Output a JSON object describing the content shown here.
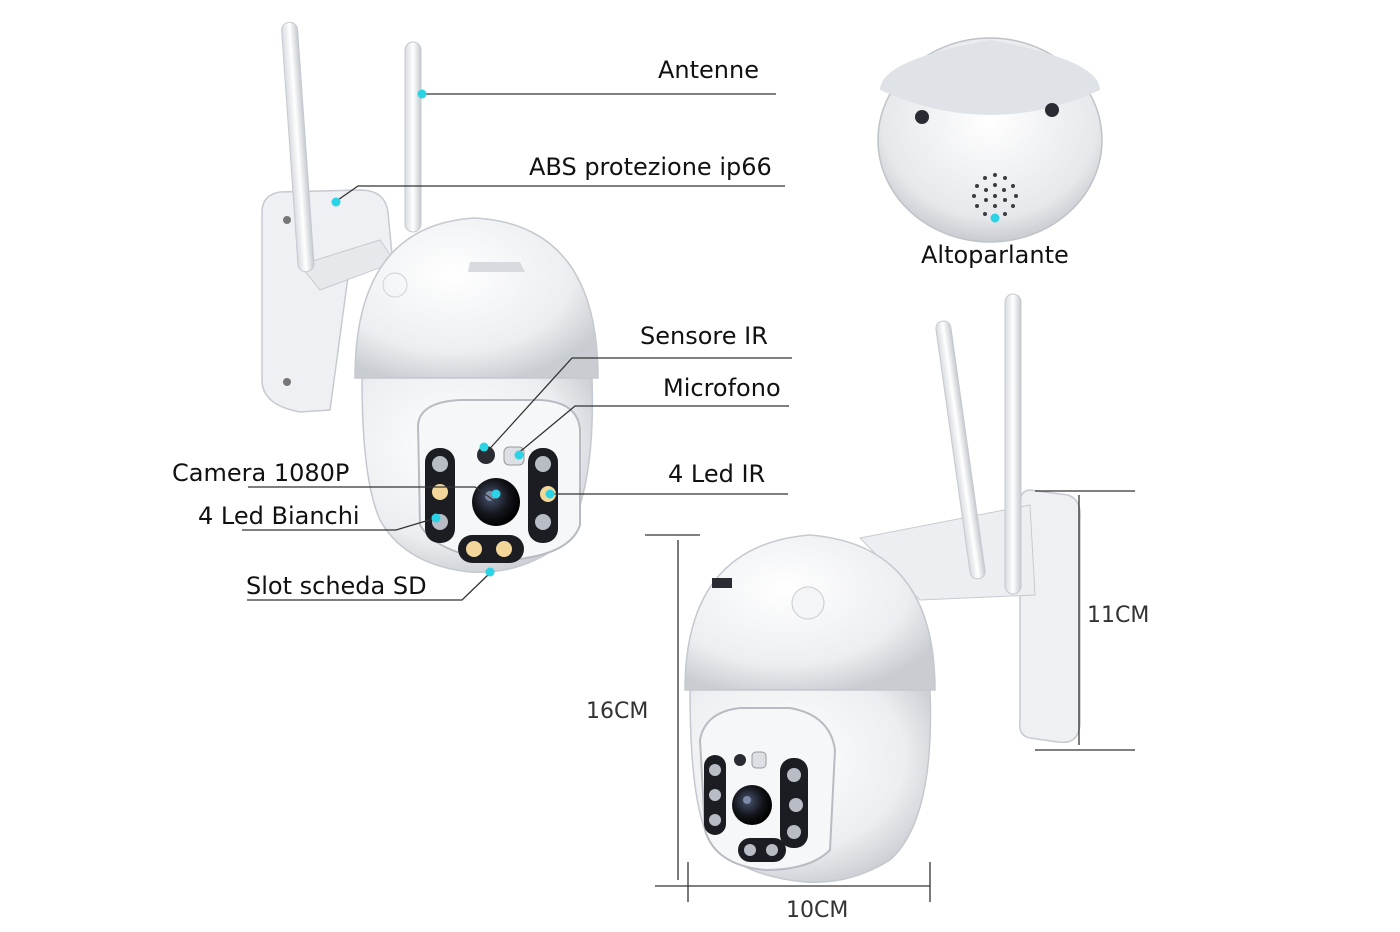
{
  "labels": {
    "antenne": "Antenne",
    "abs": "ABS protezione ip66",
    "altoparlante": "Altoparlante",
    "sensore_ir": "Sensore IR",
    "microfono": "Microfono",
    "camera": "Camera 1080P",
    "led_ir": "4 Led IR",
    "led_bianchi": "4 Led Bianchi",
    "slot_sd": "Slot scheda SD"
  },
  "dimensions": {
    "height": "16CM",
    "width": "10CM",
    "mount": "11CM"
  },
  "colors": {
    "callout_dot": "#2ad4e6",
    "body": "#f2f3f5",
    "lens": "#1a1c24",
    "led_white": "#f3d79a"
  }
}
